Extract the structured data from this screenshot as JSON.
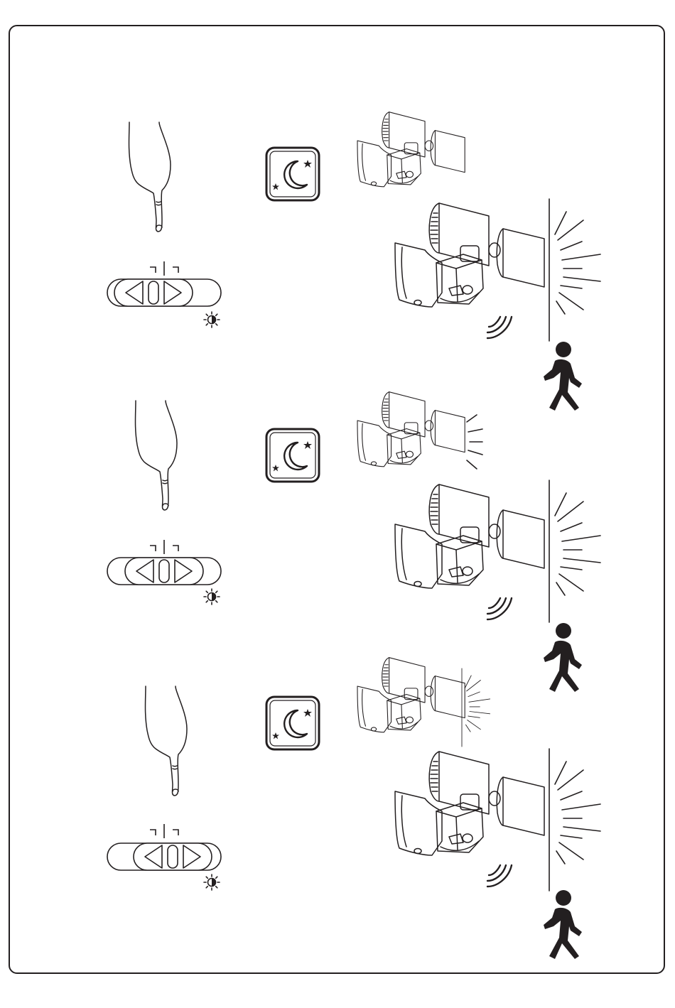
{
  "colors": {
    "ink": "#231f20",
    "background": "#ffffff"
  },
  "steps": [
    {
      "id": "step-1",
      "switch_position": "left",
      "small_lamp_lit": false,
      "large_lamp_lit": true
    },
    {
      "id": "step-2",
      "switch_position": "center",
      "small_lamp_lit": true,
      "large_lamp_lit": true
    },
    {
      "id": "step-3",
      "switch_position": "right",
      "small_lamp_lit": true,
      "large_lamp_lit": true
    }
  ],
  "icons": [
    "hand-pointing-icon",
    "slide-switch-icon",
    "sun-icon",
    "night-mode-moon-icon",
    "floodlight-icon",
    "light-rays-icon",
    "motion-waves-icon",
    "walking-person-icon"
  ]
}
